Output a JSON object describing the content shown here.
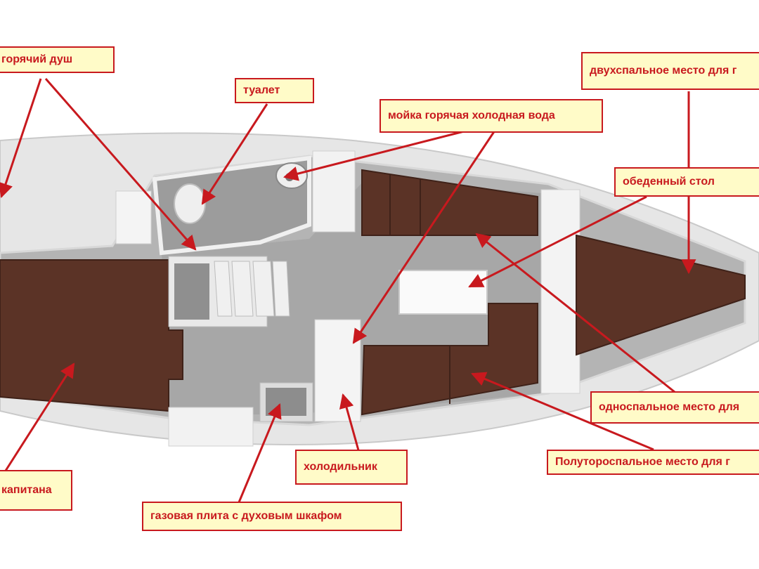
{
  "colors": {
    "label_text": "#c8191e",
    "label_border": "#c8191e",
    "label_bg": "#fffbc8",
    "arrow": "#c8191e",
    "cushion": "#5a3326",
    "floor": "#a9a9a9",
    "hull": "#e4e4e4",
    "bulkhead": "#f2f2f2"
  },
  "labels": {
    "hot_shower": "горячий душ",
    "toilet": "туалет",
    "sink": "мойка горячая холодная вода",
    "double_berth": "двухспальное место для г",
    "dining_table": "обеденный стол",
    "single_berth": "односпальное место для",
    "one_and_half_berth": "Полутороспальное место для г",
    "fridge": "холодильник",
    "stove": "газовая плита с духовым шкафом",
    "captain": "капитана"
  }
}
